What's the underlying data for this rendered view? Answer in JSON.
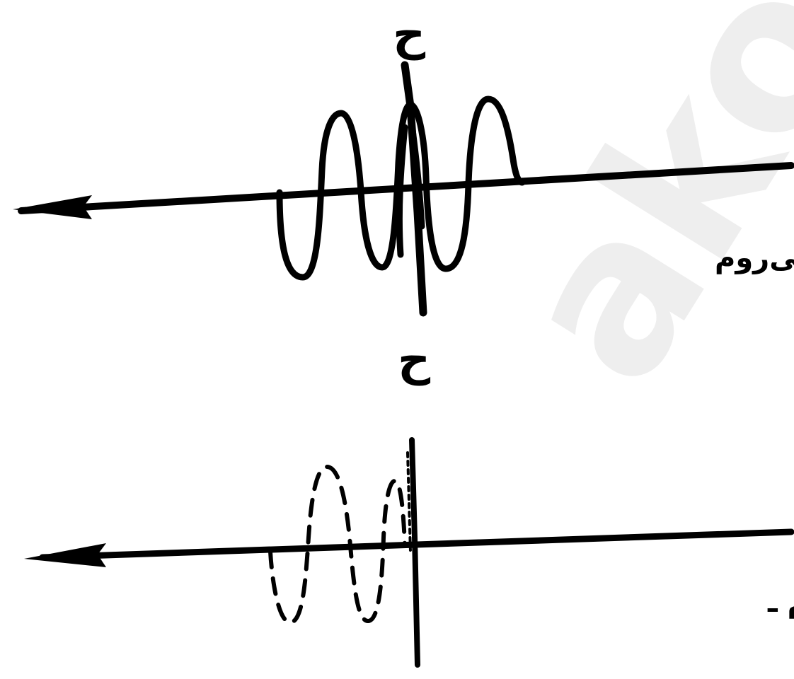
{
  "top_diagram": {
    "label_top": "ح",
    "label_bottom": "ح",
    "caption": "می‌روم"
  },
  "bottom_diagram": {
    "caption": "شاید بروم ـ"
  },
  "watermark": {
    "text": "akotob"
  },
  "colors": {
    "ink": "#000000",
    "watermark": "#eeeeee",
    "background": "#ffffff"
  }
}
